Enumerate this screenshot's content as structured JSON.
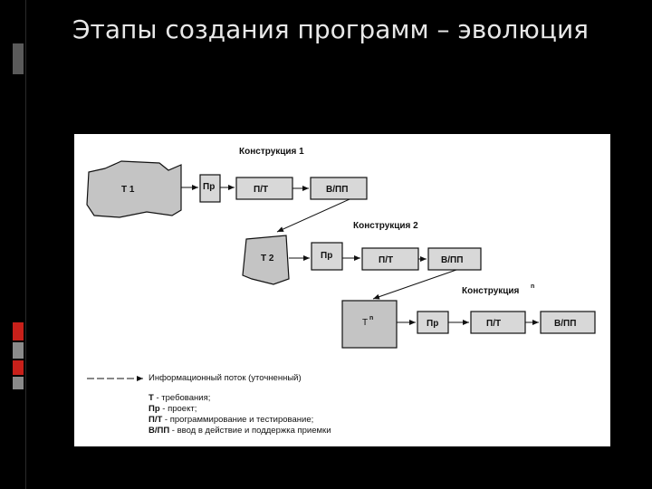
{
  "slide": {
    "title": "Этапы создания программ – эволюция"
  },
  "colors": {
    "background": "#000000",
    "title": "#e8e8e8",
    "strip_red": "#c8201a",
    "strip_gray": "#8a8a8a",
    "box_fill": "#d8d8d8",
    "stage_fill": "#c4c4c4"
  },
  "diagram": {
    "construction1": {
      "title": "Конструкция 1",
      "stage": "Т 1",
      "boxes": [
        "Пр",
        "П/Т",
        "В/ПП"
      ]
    },
    "construction2": {
      "title": "Конструкция 2",
      "stage": "Т 2",
      "boxes": [
        "Пр",
        "П/Т",
        "В/ПП"
      ]
    },
    "constructionN": {
      "title": "Конструкция",
      "sup": "n",
      "stage": "Т",
      "stage_sup": "n",
      "boxes": [
        "Пр",
        "П/Т",
        "В/ПП"
      ]
    },
    "legend": {
      "flow": "Информационный поток (уточненный)",
      "items": [
        {
          "abbr": "Т",
          "text": " - требования;"
        },
        {
          "abbr": "Пр",
          "text": " - проект;"
        },
        {
          "abbr": "П/Т",
          "text": " - программирование и тестирование;"
        },
        {
          "abbr": "В/ПП",
          "text": " - ввод в действие и поддержка приемки"
        }
      ]
    }
  }
}
